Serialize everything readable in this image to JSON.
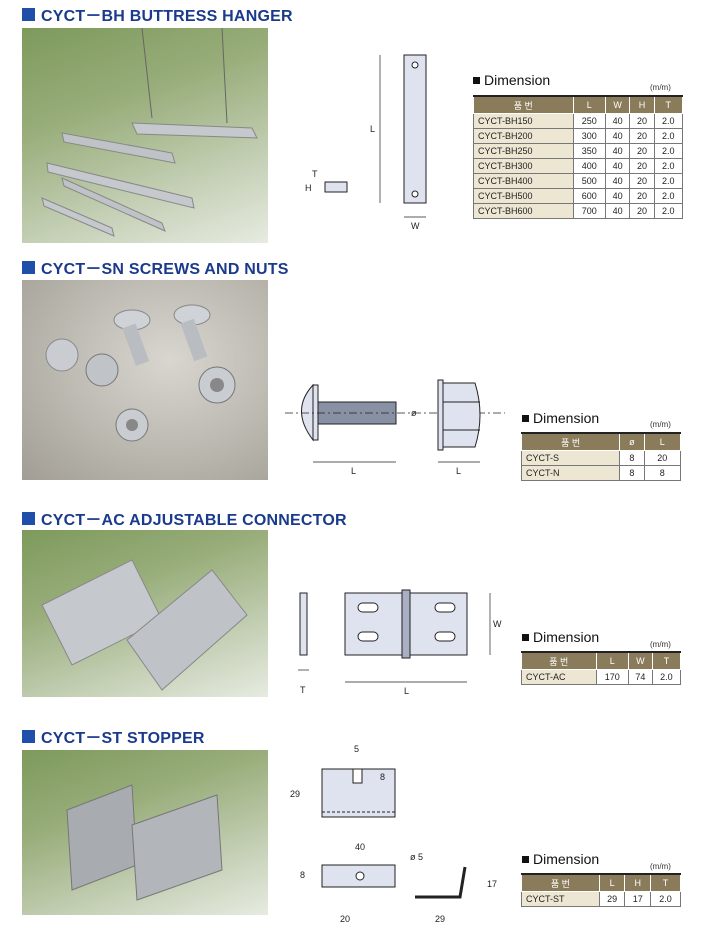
{
  "sections": [
    {
      "title": "CYCT－BH BUTTRESS HANGER",
      "dimension_label": "Dimension",
      "unit": "(m/m)",
      "headers": [
        "품  번",
        "L",
        "W",
        "H",
        "T"
      ],
      "rows": [
        [
          "CYCT-BH150",
          "250",
          "40",
          "20",
          "2.0"
        ],
        [
          "CYCT-BH200",
          "300",
          "40",
          "20",
          "2.0"
        ],
        [
          "CYCT-BH250",
          "350",
          "40",
          "20",
          "2.0"
        ],
        [
          "CYCT-BH300",
          "400",
          "40",
          "20",
          "2.0"
        ],
        [
          "CYCT-BH400",
          "500",
          "40",
          "20",
          "2.0"
        ],
        [
          "CYCT-BH500",
          "600",
          "40",
          "20",
          "2.0"
        ],
        [
          "CYCT-BH600",
          "700",
          "40",
          "20",
          "2.0"
        ]
      ],
      "diagram_labels": {
        "L": "L",
        "W": "W",
        "H": "H",
        "T": "T"
      }
    },
    {
      "title": "CYCT－SN SCREWS AND NUTS",
      "dimension_label": "Dimension",
      "unit": "(m/m)",
      "headers": [
        "품  번",
        "ø",
        "L"
      ],
      "rows": [
        [
          "CYCT-S",
          "8",
          "20"
        ],
        [
          "CYCT-N",
          "8",
          "8"
        ]
      ],
      "diagram_labels": {
        "L": "L",
        "phi": "ø"
      }
    },
    {
      "title": "CYCT－AC ADJUSTABLE CONNECTOR",
      "dimension_label": "Dimension",
      "unit": "(m/m)",
      "headers": [
        "품  번",
        "L",
        "W",
        "T"
      ],
      "rows": [
        [
          "CYCT-AC",
          "170",
          "74",
          "2.0"
        ]
      ],
      "diagram_labels": {
        "L": "L",
        "W": "W",
        "T": "T"
      }
    },
    {
      "title": "CYCT－ST STOPPER",
      "dimension_label": "Dimension",
      "unit": "(m/m)",
      "headers": [
        "품  번",
        "L",
        "H",
        "T"
      ],
      "rows": [
        [
          "CYCT-ST",
          "29",
          "17",
          "2.0"
        ]
      ],
      "diagram_labels": {
        "d5": "5",
        "d8": "8",
        "d29": "29",
        "d40": "40",
        "d8b": "8",
        "phi5": "ø 5",
        "d20": "20",
        "d29b": "29",
        "d17": "17"
      }
    }
  ]
}
